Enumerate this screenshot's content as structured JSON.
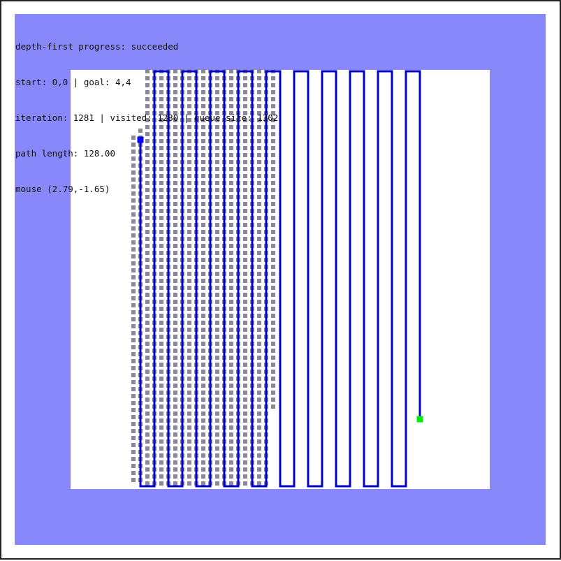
{
  "status": {
    "progress": "depth-first progress: succeeded",
    "endpoints": "start: 0,0 | goal: 4,4",
    "counters": "iteration: 1281 | visited: 1280 | queue size: 1302",
    "path_length": "path length: 128.00",
    "mouse": "mouse (2.79,-1.65)"
  },
  "colors": {
    "background": "#8888fa",
    "field": "#ffffff",
    "visited": "#888899",
    "path": "#0000cc",
    "start_marker": "#0000ff",
    "goal_marker": "#00ee00"
  }
}
